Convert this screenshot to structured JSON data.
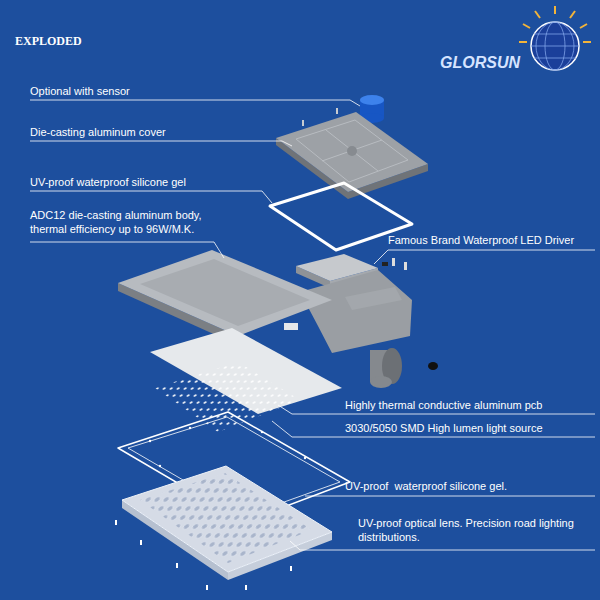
{
  "diagram": {
    "title": "EXPLODED",
    "labels": [
      "GLORSUN",
      "Optional with sensor",
      "Die-casting aluminum cover",
      "UV-proof waterproof silicone gel",
      "ADC12 die-casting aluminum body, thermal efficiency up to 96W/M.K.",
      "Famous Brand Waterproof LED Driver",
      "Highly thermal conductive aluminum pcb",
      "3030/5050 SMD High lumen light source",
      "UV-proof  waterproof silicone gel.",
      "UV-proof optical lens. Precision road lighting distributions."
    ]
  }
}
